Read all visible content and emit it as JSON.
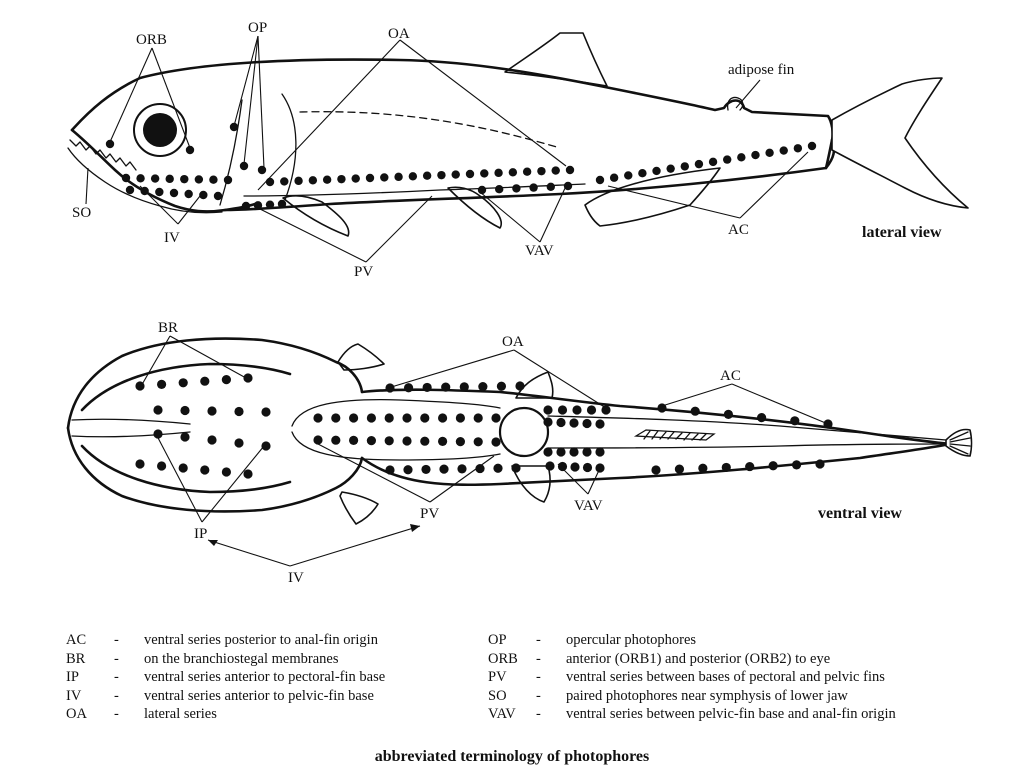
{
  "views": {
    "lateral": "lateral view",
    "ventral": "ventral view"
  },
  "lateral_labels": {
    "orb": "ORB",
    "op": "OP",
    "oa": "OA",
    "adipose": "adipose fin",
    "so": "SO",
    "iv": "IV",
    "pv": "PV",
    "vav": "VAV",
    "ac": "AC"
  },
  "ventral_labels": {
    "br": "BR",
    "oa": "OA",
    "ac": "AC",
    "ip": "IP",
    "pv": "PV",
    "vav": "VAV",
    "iv": "IV"
  },
  "legend": {
    "left": [
      {
        "abbr": "AC",
        "sep": "-",
        "desc": "ventral series posterior to anal-fin origin"
      },
      {
        "abbr": "BR",
        "sep": "-",
        "desc": "on the branchiostegal membranes"
      },
      {
        "abbr": "IP",
        "sep": "-",
        "desc": "ventral series anterior to pectoral-fin base"
      },
      {
        "abbr": "IV",
        "sep": "-",
        "desc": "ventral series anterior to pelvic-fin base"
      },
      {
        "abbr": "OA",
        "sep": "-",
        "desc": "lateral series"
      }
    ],
    "right": [
      {
        "abbr": "OP",
        "sep": "-",
        "desc": "opercular photophores"
      },
      {
        "abbr": "ORB",
        "sep": "-",
        "desc": "anterior (ORB1) and posterior (ORB2) to eye"
      },
      {
        "abbr": "PV",
        "sep": "-",
        "desc": "ventral series between bases of pectoral and pelvic fins"
      },
      {
        "abbr": "SO",
        "sep": "-",
        "desc": "paired photophores near symphysis of lower jaw"
      },
      {
        "abbr": "VAV",
        "sep": "-",
        "desc": "ventral series between pelvic-fin base and anal-fin origin"
      }
    ]
  },
  "caption": "abbreviated terminology of photophores"
}
